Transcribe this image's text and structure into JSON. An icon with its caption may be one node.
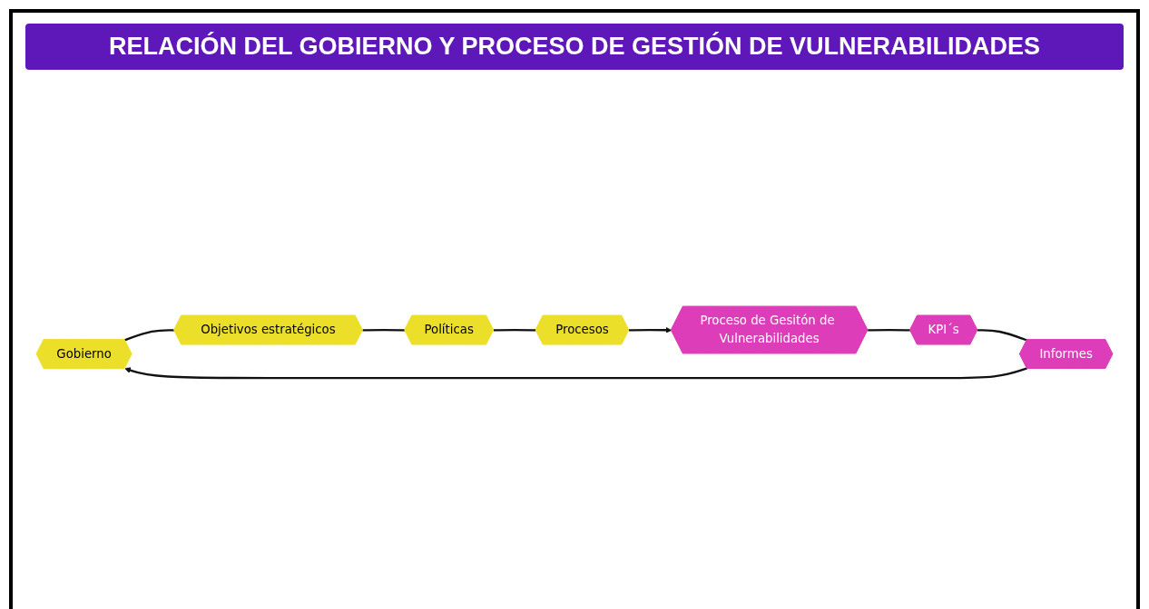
{
  "diagram": {
    "title": "RELACIÓN DEL GOBIERNO Y PROCESO DE GESTIÓN DE VULNERABILIDADES",
    "nodes": [
      {
        "text": [
          "Gobierno"
        ]
      },
      {
        "text": [
          "Objetivos estratégicos"
        ]
      },
      {
        "text": [
          "Políticas"
        ]
      },
      {
        "text": [
          "Procesos"
        ]
      },
      {
        "text": [
          "Proceso de Gesitón de Vulnerabilidades"
        ]
      },
      {
        "text": [
          "KPI´s"
        ]
      },
      {
        "text": [
          "Informes"
        ]
      }
    ],
    "edges": [
      {
        "from": 0,
        "to": 1,
        "arrow": "none"
      },
      {
        "from": 1,
        "to": 2,
        "arrow": "none"
      },
      {
        "from": 2,
        "to": 3,
        "arrow": "none"
      },
      {
        "from": 3,
        "to": 4,
        "arrow": "to"
      },
      {
        "from": 4,
        "to": 5,
        "arrow": "none"
      },
      {
        "from": 5,
        "to": 6,
        "arrow": "none"
      },
      {
        "from": 6,
        "to": 0,
        "arrow": "to"
      }
    ]
  }
}
